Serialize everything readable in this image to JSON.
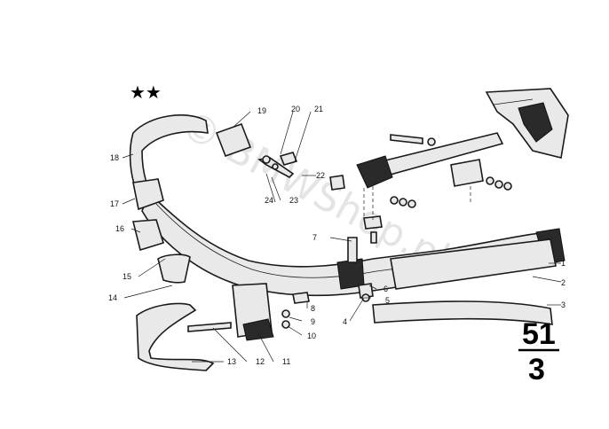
{
  "diagram": {
    "marker": "★★",
    "watermark": "© BMWShop.pl",
    "group_number": "51",
    "subgroup_number": "3",
    "callouts": [
      "1",
      "2",
      "3",
      "4",
      "5",
      "6",
      "7",
      "8",
      "9",
      "10",
      "11",
      "12",
      "13",
      "14",
      "15",
      "16",
      "17",
      "18",
      "19",
      "20",
      "21",
      "22",
      "23",
      "24"
    ]
  }
}
